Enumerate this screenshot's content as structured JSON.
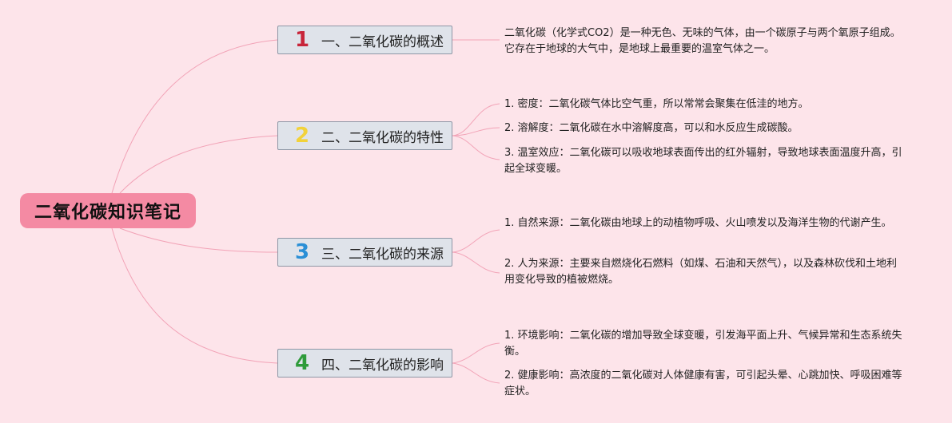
{
  "root": {
    "title": "二氧化碳知识笔记"
  },
  "colors": {
    "background": "#fde4ea",
    "root_fill": "#f48aa3",
    "branch_fill": "#dfe3ea",
    "link": "#f2a3b7"
  },
  "branches": [
    {
      "number": "1",
      "number_color": "#c8253a",
      "label": "一、二氧化碳的概述",
      "leaves": [
        "二氧化碳（化学式CO2）是一种无色、无味的气体，由一个碳原子与两个氧原子组成。它存在于地球的大气中，是地球上最重要的温室气体之一。"
      ]
    },
    {
      "number": "2",
      "number_color": "#f2d23a",
      "label": "二、二氧化碳的特性",
      "leaves": [
        "1. 密度：二氧化碳气体比空气重，所以常常会聚集在低洼的地方。",
        "2. 溶解度：二氧化碳在水中溶解度高，可以和水反应生成碳酸。",
        "3. 温室效应：二氧化碳可以吸收地球表面传出的红外辐射，导致地球表面温度升高，引起全球变暖。"
      ]
    },
    {
      "number": "3",
      "number_color": "#2a8fd6",
      "label": "三、二氧化碳的来源",
      "leaves": [
        "1. 自然来源：二氧化碳由地球上的动植物呼吸、火山喷发以及海洋生物的代谢产生。",
        "2. 人为来源：主要来自燃烧化石燃料（如煤、石油和天然气），以及森林砍伐和土地利用变化导致的植被燃烧。"
      ]
    },
    {
      "number": "4",
      "number_color": "#2e9b3a",
      "label": "四、二氧化碳的影响",
      "leaves": [
        "1. 环境影响：二氧化碳的增加导致全球变暖，引发海平面上升、气候异常和生态系统失衡。",
        "2. 健康影响：高浓度的二氧化碳对人体健康有害，可引起头晕、心跳加快、呼吸困难等症状。"
      ]
    }
  ]
}
